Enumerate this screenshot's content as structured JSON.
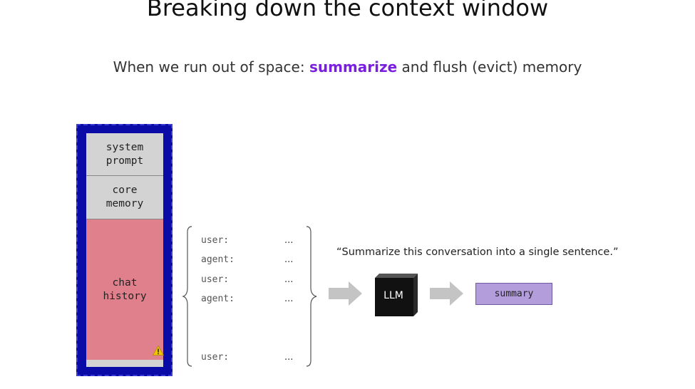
{
  "title": "Breaking down the context window",
  "subtitle": {
    "prefix": "When we run out of space: ",
    "highlight": "summarize",
    "suffix": " and flush (evict) memory"
  },
  "context_window": {
    "blocks": [
      {
        "label": "system\nprompt"
      },
      {
        "label": "core\nmemory"
      },
      {
        "label": "chat\nhistory"
      }
    ],
    "warning_icon": "warning-icon"
  },
  "conversation": [
    {
      "role": "user:",
      "text": "..."
    },
    {
      "role": "agent:",
      "text": "..."
    },
    {
      "role": "user:",
      "text": "..."
    },
    {
      "role": "agent:",
      "text": "..."
    },
    {
      "role": "user:",
      "text": "..."
    }
  ],
  "prompt": "“Summarize this conversation into a single sentence.”",
  "llm_label": "LLM",
  "summary_label": "summary",
  "colors": {
    "highlight": "#7a1ee0",
    "window_border": "#0b0ba8",
    "chat_history": "#e0808c",
    "gray_block": "#d3d3d3",
    "summary": "#b39ddb"
  }
}
